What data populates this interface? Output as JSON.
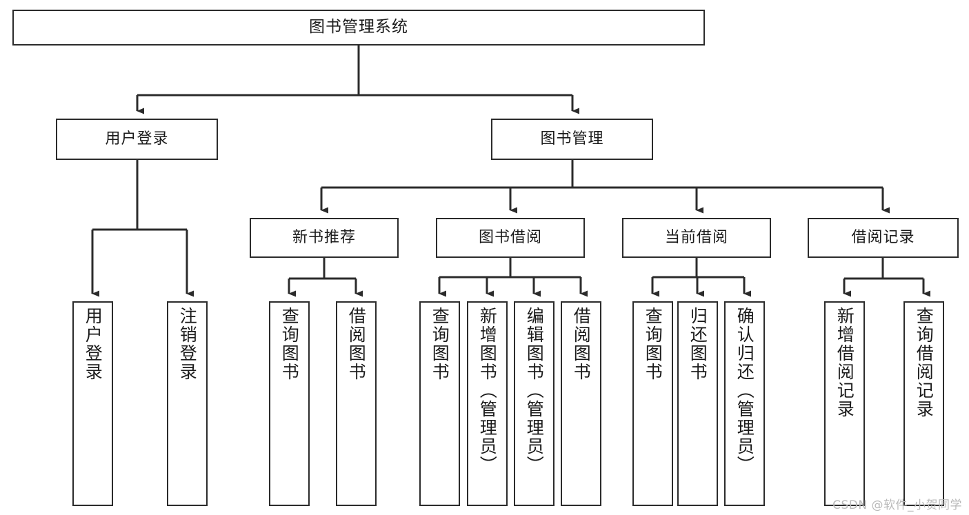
{
  "diagram": {
    "title_node": {
      "label": "图书管理系统"
    },
    "level2": [
      {
        "id": "user-login",
        "label": "用户登录"
      },
      {
        "id": "book-management",
        "label": "图书管理"
      }
    ],
    "level3": [
      {
        "id": "new-book-recommend",
        "label": "新书推荐"
      },
      {
        "id": "book-borrow",
        "label": "图书借阅"
      },
      {
        "id": "current-borrow",
        "label": "当前借阅"
      },
      {
        "id": "borrow-record",
        "label": "借阅记录"
      }
    ],
    "leaves": [
      {
        "id": "leaf-user-login",
        "label": "用户登录"
      },
      {
        "id": "leaf-logout-login",
        "label": "注销登录"
      },
      {
        "id": "leaf-query-book-1",
        "label": "查询图书"
      },
      {
        "id": "leaf-borrow-book-1",
        "label": "借阅图书"
      },
      {
        "id": "leaf-query-book-2",
        "label": "查询图书"
      },
      {
        "id": "leaf-add-book-admin",
        "label": "新增图书（管理员）"
      },
      {
        "id": "leaf-edit-book-admin",
        "label": "编辑图书（管理员）"
      },
      {
        "id": "leaf-borrow-book-2",
        "label": "借阅图书"
      },
      {
        "id": "leaf-query-book-3",
        "label": "查询图书"
      },
      {
        "id": "leaf-return-book",
        "label": "归还图书"
      },
      {
        "id": "leaf-confirm-return-admin",
        "label": "确认归还（管理员）"
      },
      {
        "id": "leaf-add-borrow-record",
        "label": "新增借阅记录"
      },
      {
        "id": "leaf-query-borrow-record",
        "label": "查询借阅记录"
      }
    ]
  },
  "watermark": {
    "text": "CSDN @软件_小贺同学"
  },
  "colors": {
    "border": "#2b2b2b",
    "background": "#ffffff",
    "text": "#1b1b1b",
    "watermark": "#b9b9b9"
  }
}
